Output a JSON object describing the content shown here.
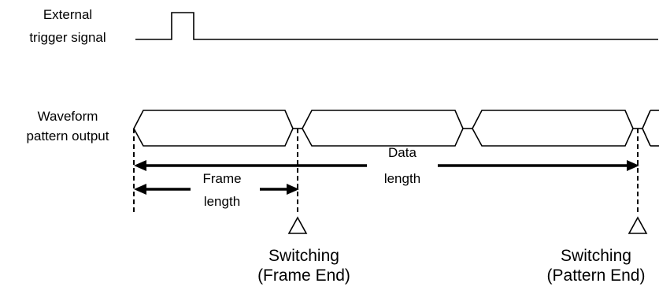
{
  "trigger_label": [
    "External",
    "trigger signal"
  ],
  "waveform_label": [
    "Waveform",
    "pattern output"
  ],
  "frame_length_label": [
    "Frame",
    "length"
  ],
  "data_length_label": [
    "Data",
    "length"
  ],
  "switch_frame_label": [
    "Switching",
    "(Frame End)"
  ],
  "switch_pattern_label": [
    "Switching",
    "(Pattern End)"
  ]
}
